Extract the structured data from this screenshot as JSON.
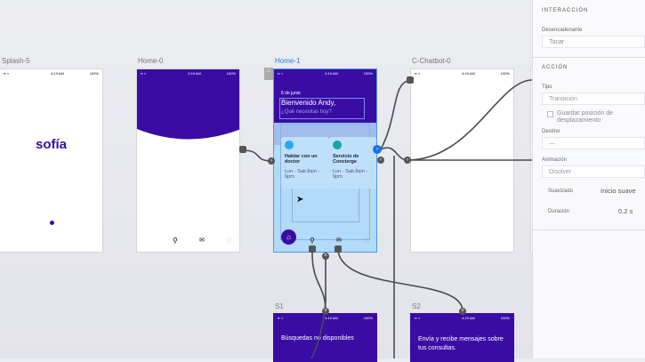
{
  "status": {
    "time": "4:19 AM",
    "battery": "100%"
  },
  "artboards": {
    "splash": {
      "title": "Splash-5",
      "logo": "sofía"
    },
    "home0": {
      "title": "Home-0"
    },
    "home1": {
      "title": "Home-1",
      "date": "6 de junio",
      "greeting": "Bienvenido Andy,",
      "question": "¿Qué necesitas hoy?",
      "cards": [
        {
          "title": "Hablar con un doctor",
          "hours": "Lun - Sab 8am - 9pm",
          "color": "#29a8f0"
        },
        {
          "title": "Servicio de Concierge",
          "hours": "Lun - Sab 8am - 9pm",
          "color": "#19a3a8"
        }
      ]
    },
    "chatbot": {
      "title": "C-Chatbot-0"
    },
    "s1": {
      "title": "S1",
      "text": "Búsquedas no disponibles"
    },
    "s2": {
      "title": "S2",
      "text": "Envía y recibe mensajes sobre tus consultas."
    }
  },
  "panel": {
    "interaction_heading": "INTERACCIÓN",
    "trigger_label": "Desencadenante",
    "trigger_value": "Tocar",
    "action_heading": "ACCIÓN",
    "type_label": "Tipo",
    "type_value": "Transición",
    "scroll_checkbox": "Guardar posición de desplazamiento",
    "scroll_checked": false,
    "dest_label": "Destino",
    "dest_value": "—",
    "anim_label": "Animación",
    "anim_value": "Disolver",
    "easing_label": "Suavizado",
    "easing_value": "Inicio suave",
    "duration_label": "Duración",
    "duration_value": "0.2 s"
  },
  "colors": {
    "brand": "#3a0ca3",
    "selection": "#1a73e8"
  }
}
